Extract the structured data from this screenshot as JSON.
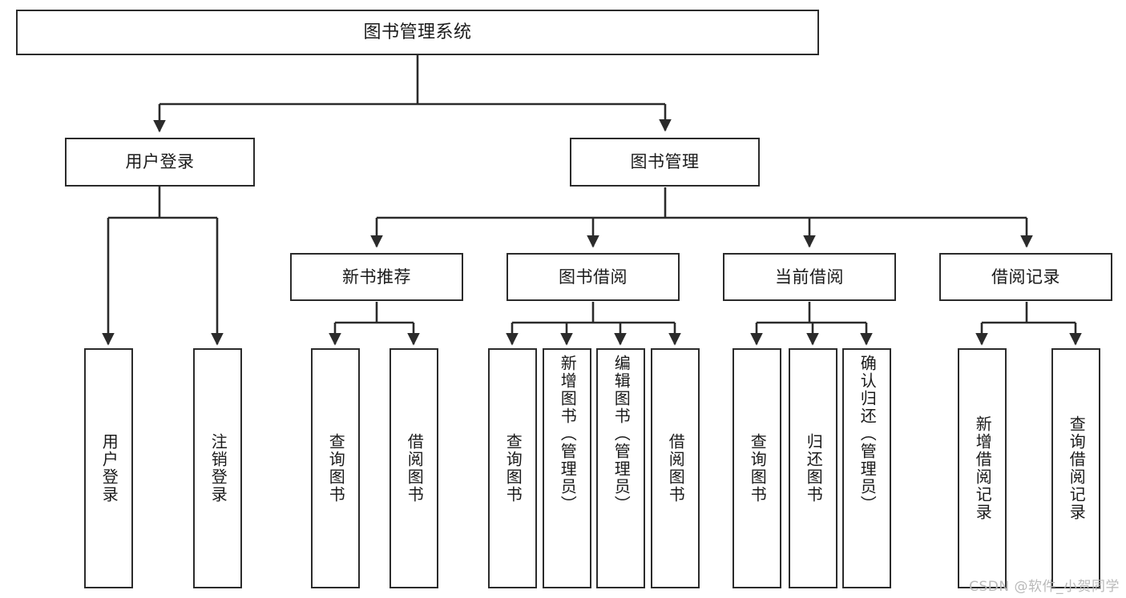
{
  "diagram": {
    "type": "tree-hierarchy-functional-decomposition",
    "root": {
      "id": "root",
      "label": "图书管理系统"
    },
    "level2": [
      {
        "id": "user-login",
        "label": "用户登录"
      },
      {
        "id": "book-management",
        "label": "图书管理"
      }
    ],
    "level3": [
      {
        "id": "new-book-recommend",
        "label": "新书推荐",
        "parent": "book-management"
      },
      {
        "id": "book-borrow",
        "label": "图书借阅",
        "parent": "book-management"
      },
      {
        "id": "current-borrow",
        "label": "当前借阅",
        "parent": "book-management"
      },
      {
        "id": "borrow-record",
        "label": "借阅记录",
        "parent": "book-management"
      }
    ],
    "leaves": {
      "user_login": [
        {
          "id": "leaf-user-login",
          "label": "用户登录"
        },
        {
          "id": "leaf-logout",
          "label": "注销登录"
        }
      ],
      "new_book_recommend": [
        {
          "id": "leaf-query-book-1",
          "label": "查询图书"
        },
        {
          "id": "leaf-borrow-book-1",
          "label": "借阅图书"
        }
      ],
      "book_borrow": [
        {
          "id": "leaf-query-book-2",
          "label": "查询图书"
        },
        {
          "id": "leaf-add-book",
          "label": "新增图书（管理员）"
        },
        {
          "id": "leaf-edit-book",
          "label": "编辑图书（管理员）"
        },
        {
          "id": "leaf-borrow-book-2",
          "label": "借阅图书"
        }
      ],
      "current_borrow": [
        {
          "id": "leaf-query-book-3",
          "label": "查询图书"
        },
        {
          "id": "leaf-return-book",
          "label": "归还图书"
        },
        {
          "id": "leaf-confirm-return",
          "label": "确认归还（管理员）"
        }
      ],
      "borrow_record": [
        {
          "id": "leaf-add-record",
          "label": "新增借阅记录"
        },
        {
          "id": "leaf-query-record",
          "label": "查询借阅记录"
        }
      ]
    }
  },
  "watermark": {
    "text": "CSDN @软件_小贺同学"
  },
  "colors": {
    "stroke": "#2b2b2b",
    "fill": "#ffffff",
    "text": "#1a1a1a",
    "watermark": "#b9b9b9"
  }
}
